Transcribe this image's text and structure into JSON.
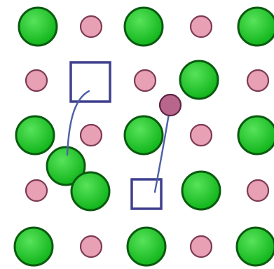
{
  "diagram": {
    "description_visible_text": "",
    "colors": {
      "background": "#ffffff",
      "large_atom_fill": "#11b51b",
      "large_atom_highlight": "#58e35b",
      "large_atom_stroke": "#0a5a10",
      "small_atom_fill": "#e8a0b4",
      "small_atom_stroke": "#7d3b55",
      "vacancy_stroke": "#3f3f8e",
      "migration_path_stroke": "#4f5fa6",
      "migrating_atom_fill": "#b9668d"
    },
    "icons": {
      "large_atom": "green-circle",
      "small_atom": "pink-circle",
      "vacancy": "empty-square",
      "migration_path": "curved-arrow"
    }
  }
}
